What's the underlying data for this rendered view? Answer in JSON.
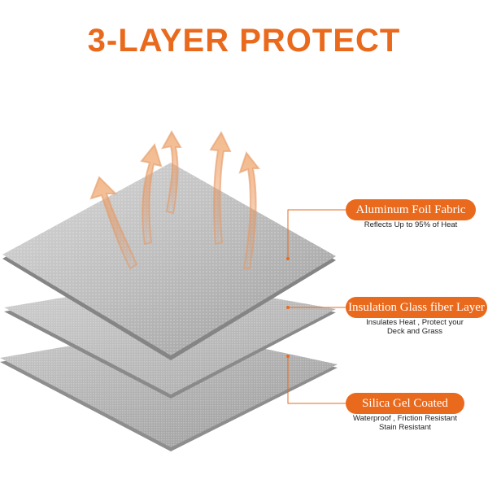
{
  "title": "3-LAYER PROTECT",
  "accent_color": "#e96a1d",
  "layers": [
    {
      "name": "Aluminum Foil Fabric",
      "description": [
        "Reflects Up to 95% of Heat"
      ]
    },
    {
      "name": "Insulation Glass fiber Layer",
      "description": [
        "Insulates Heat , Protect your",
        "Deck and Grass"
      ]
    },
    {
      "name": "Silica Gel Coated",
      "description": [
        "Waterproof , Friction Resistant",
        "Stain Resistant"
      ]
    }
  ]
}
